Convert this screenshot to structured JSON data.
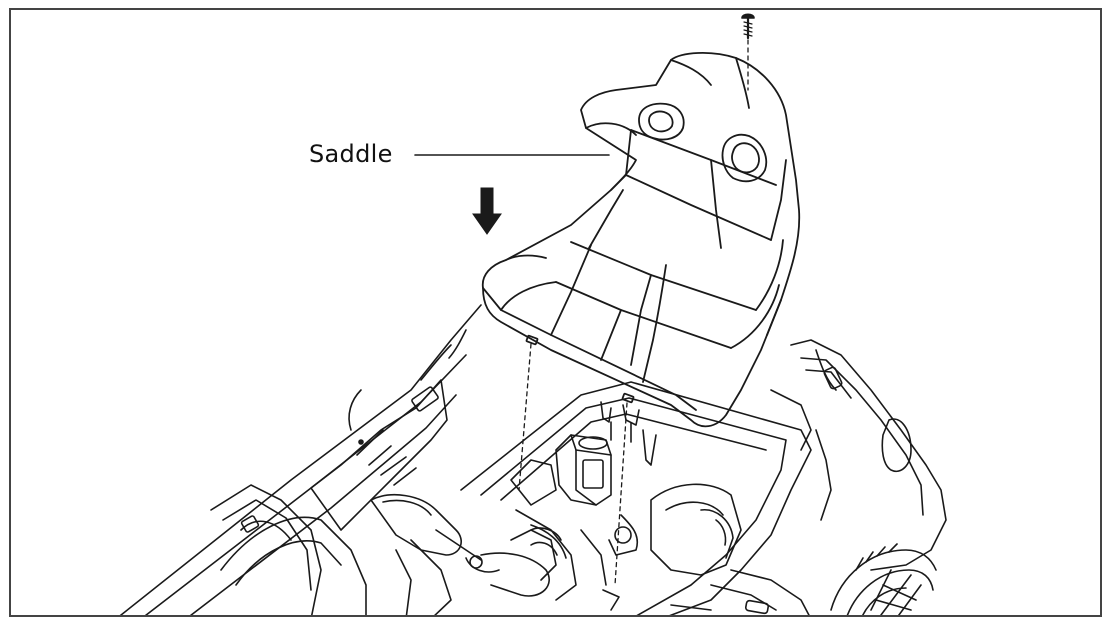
{
  "diagram": {
    "labels": {
      "saddle": "Saddle"
    },
    "parts": [
      {
        "name": "saddle",
        "kind": "seat"
      },
      {
        "name": "screw",
        "kind": "fastener"
      },
      {
        "name": "car-body",
        "kind": "ride-on-car"
      }
    ],
    "stroke_color": "#1a1a1a",
    "background": "#ffffff"
  }
}
